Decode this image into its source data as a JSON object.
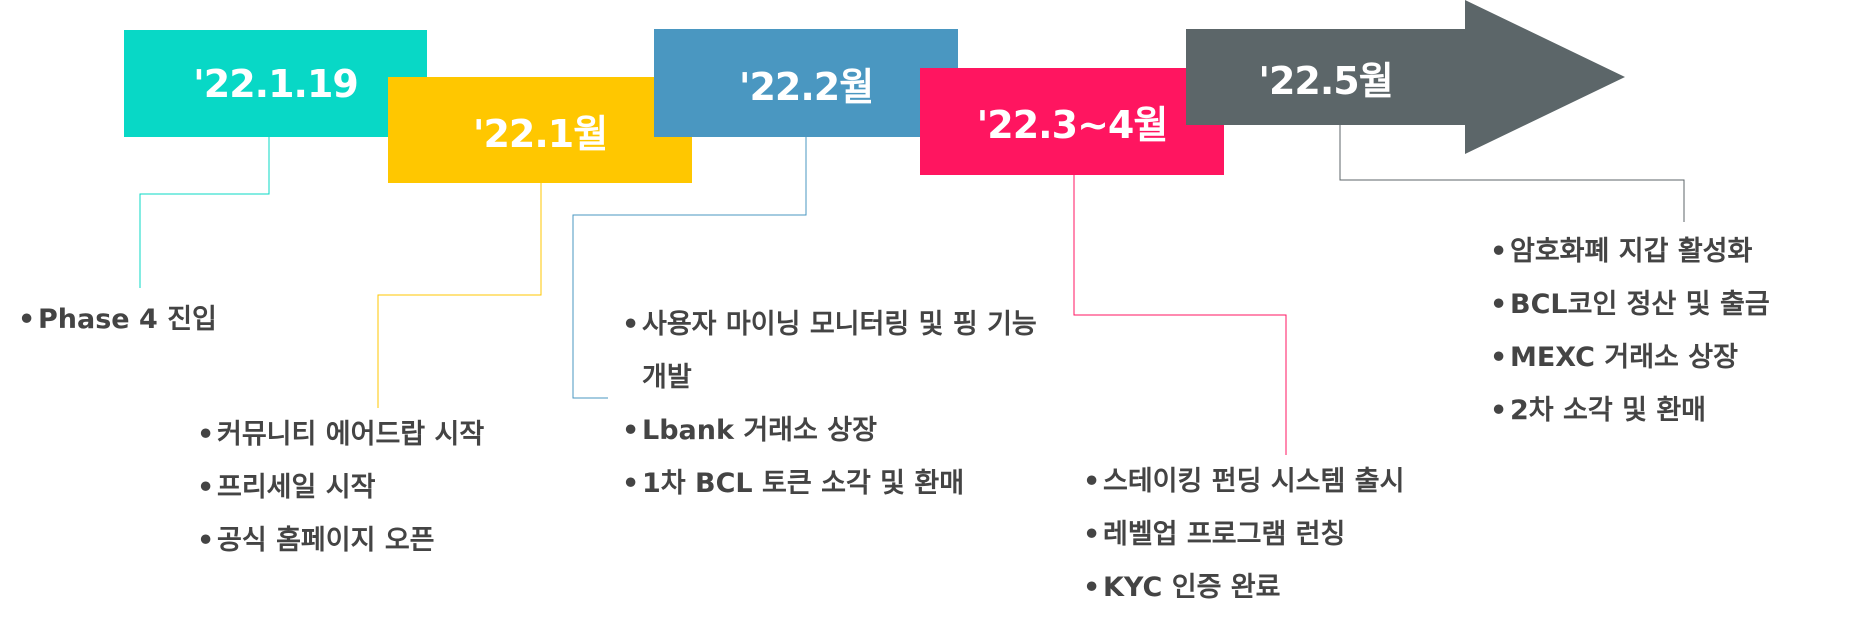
{
  "timeline": {
    "stages": [
      {
        "key": "s1",
        "label": "'22.1.19",
        "color": "#08d8c6",
        "items": [
          "Phase 4 진입"
        ]
      },
      {
        "key": "s2",
        "label": "'22.1월",
        "color": "#ffc700",
        "fold": "#7a6400",
        "items": [
          "커뮤니티 에어드랍 시작",
          "프리세일 시작",
          "공식 홈페이지 오픈"
        ]
      },
      {
        "key": "s3",
        "label": "'22.2월",
        "color": "#4a97c1",
        "items": [
          "사용자 마이닝 모니터링 및 핑 기능 개발",
          "Lbank 거래소 상장",
          "1차 BCL 토큰 소각 및 환매"
        ]
      },
      {
        "key": "s4",
        "label": "'22.3~4월",
        "color": "#ff1560",
        "fold": "#8a0f35",
        "items": [
          "스테이킹 펀딩 시스템 출시",
          "레벨업 프로그램 런칭",
          "KYC 인증 완료"
        ]
      },
      {
        "key": "s5",
        "label": "'22.5월",
        "color": "#5c6669",
        "items": [
          "암호화폐 지갑 활성화",
          "BCL코인 정산 및 출금",
          "MEXC 거래소 상장",
          "2차 소각 및 환매"
        ]
      }
    ]
  }
}
